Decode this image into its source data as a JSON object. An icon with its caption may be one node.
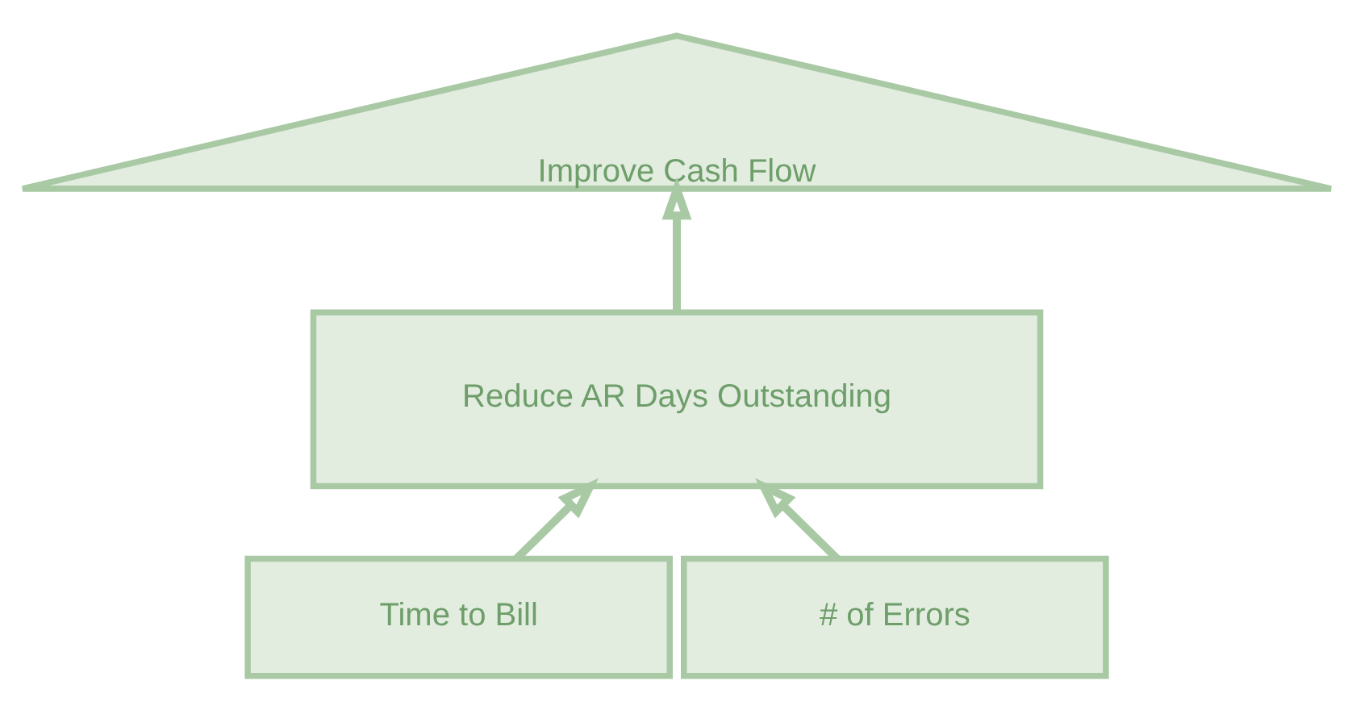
{
  "diagram": {
    "nodes": [
      {
        "text": [
          "Improve Cash Flow"
        ]
      },
      {
        "text": [
          "Reduce AR Days Outstanding"
        ]
      },
      {
        "text": [
          "Time to Bill"
        ]
      },
      {
        "text": [
          "# of Errors"
        ]
      }
    ],
    "edges": [
      {
        "from": 1,
        "to": 0,
        "arrow": "to"
      },
      {
        "from": 2,
        "to": 1,
        "arrow": "to"
      },
      {
        "from": 3,
        "to": 1,
        "arrow": "to"
      }
    ]
  }
}
